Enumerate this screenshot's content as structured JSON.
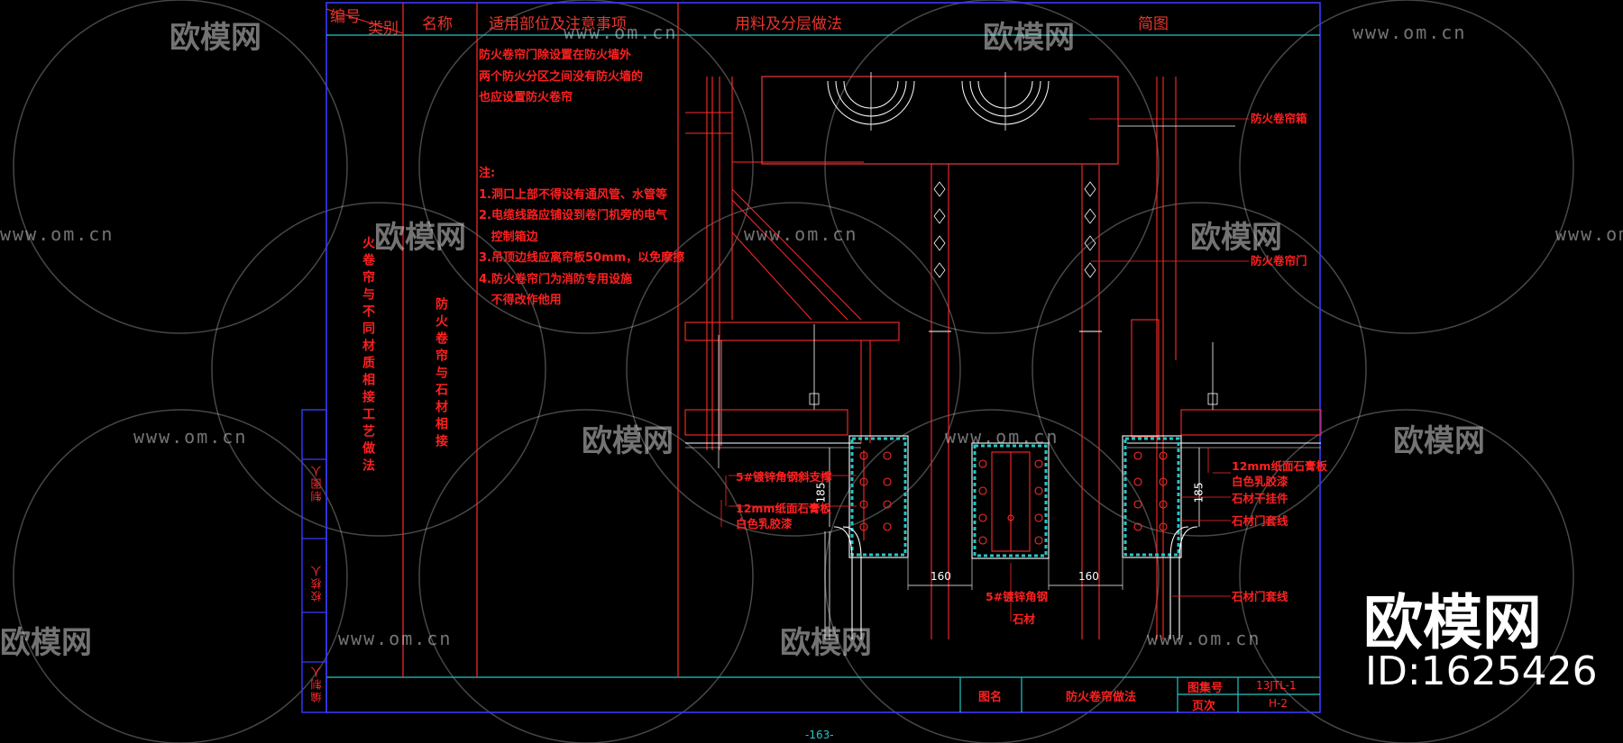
{
  "header": {
    "col_number": "编号",
    "col_category": "类别",
    "col_name": "名称",
    "col_scope": "适用部位及注意事项",
    "col_method": "用料及分层做法",
    "col_diagram": "简图"
  },
  "category_text": "火卷帘与不同材质相接工艺做法",
  "name_text": "防火卷帘与石材相接",
  "notes": {
    "intro": [
      "防火卷帘门除设置在防火墙外",
      "两个防火分区之间没有防火墙的",
      "也应设置防火卷帘"
    ],
    "title": "注:",
    "items": [
      "1.洞口上部不得设有通风管、水管等",
      "2.电缆线路应铺设到卷门机旁的电气",
      "   控制箱边",
      "3.吊顶边线应离帘板50mm，以免摩擦",
      "4.防火卷帘门为消防专用设施",
      "   不得改作他用"
    ]
  },
  "signatures": {
    "drawn_by": "制图人",
    "checked_by": "校核人",
    "compiled_by": "编制人"
  },
  "annotations": {
    "shutter_box": "防火卷帘箱",
    "shutter_door": "防火卷帘门",
    "left_brace": "5#镀锌角钢斜支撑",
    "left_board_1": "12mm纸面石膏板",
    "left_board_2": "白色乳胶漆",
    "right_board_1": "12mm纸面石膏板",
    "right_board_2": "白色乳胶漆",
    "stone_hanger": "石材干挂件",
    "stone_casing_1": "石材门套线",
    "stone_casing_2": "石材门套线",
    "steel_angle": "5#镀锌角钢",
    "stone": "石材"
  },
  "dimensions": {
    "d185_left": "185",
    "d185_right": "185",
    "d160_left": "160",
    "d160_right": "160"
  },
  "title_block": {
    "label_name": "图名",
    "drawing_name": "防火卷帘做法",
    "label_set": "图集号",
    "set_no": "13JTL-1",
    "label_page": "页次",
    "page": "H-2"
  },
  "page_number": "-163-",
  "watermark": {
    "url": "www.om.cn",
    "logo": "欧模网"
  },
  "brand": {
    "logo": "欧模网",
    "id": "ID:1625426"
  },
  "colors": {
    "frame": "#3a3aff",
    "text": "#ff2020",
    "line": "#ff2a2a",
    "cyan": "#23c6c6",
    "white": "#ffffff"
  }
}
